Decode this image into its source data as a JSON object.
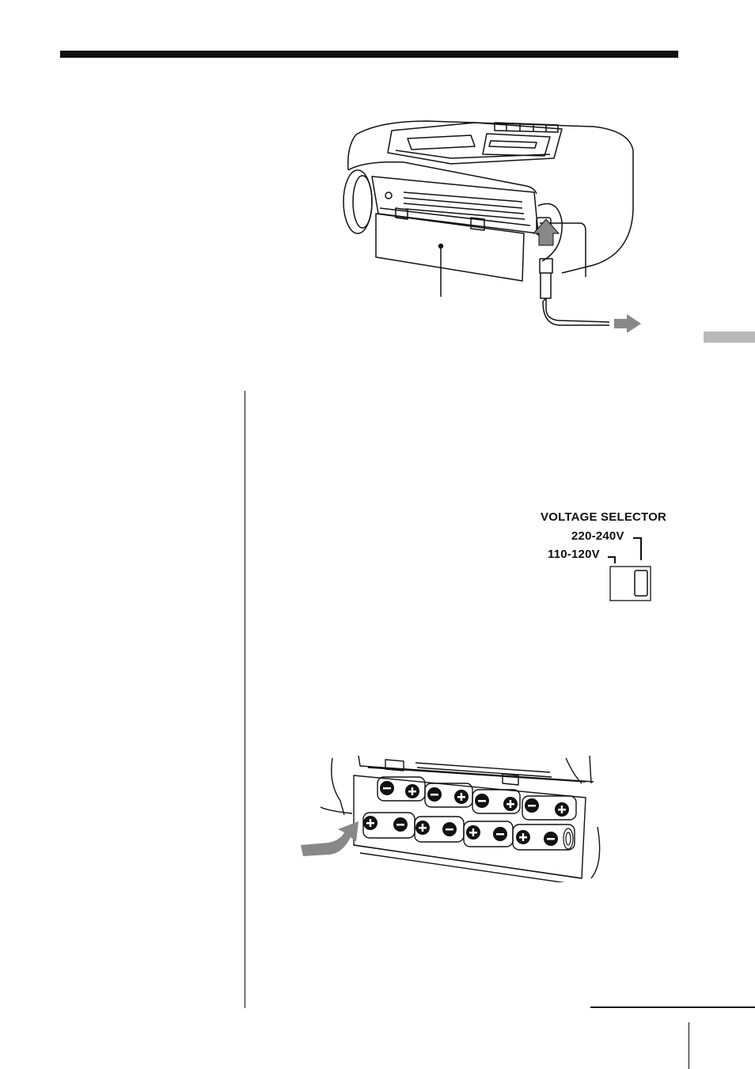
{
  "page": {
    "voltage_selector": {
      "title": "VOLTAGE SELECTOR",
      "option_high": "220-240V",
      "option_low": "110-120V"
    },
    "figures": {
      "boombox_rear": {
        "icon": "boombox-rear-illustration"
      },
      "battery_compartment": {
        "icon": "battery-compartment-illustration",
        "polarity_marks": [
          "minus-icon",
          "plus-icon"
        ]
      }
    }
  }
}
